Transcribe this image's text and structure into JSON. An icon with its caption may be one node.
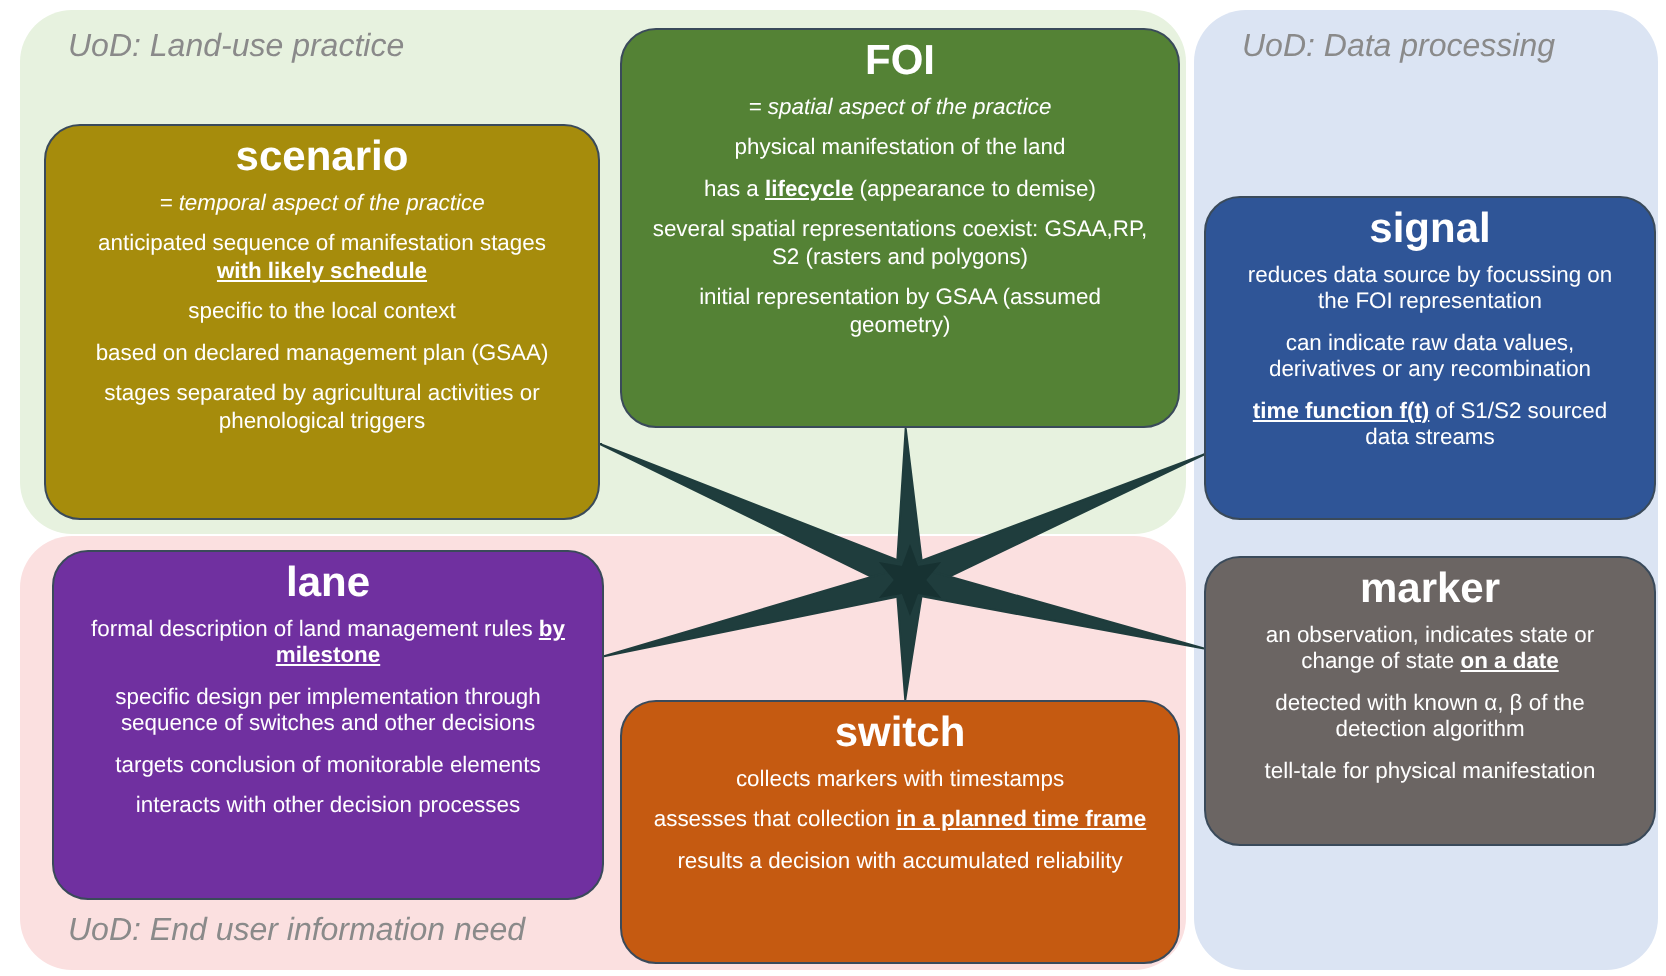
{
  "diagram": {
    "nodes": [
      {
        "text": [
          "UoD: Land-use practice"
        ]
      },
      {
        "text": [
          "scenario",
          "= temporal aspect of the practice",
          "anticipated sequence of manifestation stages **with likely schedule**",
          "specific to the local context",
          "based on declared management plan (GSAA)",
          "stages separated by agricultural activities or phenological triggers"
        ],
        "in": 0
      },
      {
        "text": [
          "FOI",
          "= spatial aspect of the practice",
          "physical manifestation of the land",
          "has a **lifecycle** (appearance to demise)",
          "several spatial representations coexist: GSAA,RP, S2 (rasters and polygons)",
          "initial representation by GSAA (assumed geometry)"
        ],
        "in": 0
      },
      {
        "text": [
          "UoD: Data processing"
        ]
      },
      {
        "text": [
          "signal",
          "reduces data source by focussing on the FOI representation",
          "can indicate raw data values, derivatives or any recombination",
          "**time function f(t)** of S1/S2 sourced data streams"
        ],
        "in": 3
      },
      {
        "text": [
          "UoD: End user information need"
        ]
      },
      {
        "text": [
          "lane",
          "formal description of land management rules **by milestone**",
          "specific design per implementation through sequence of switches and other decisions",
          "targets conclusion of monitorable elements",
          "interacts with other decision processes"
        ],
        "in": 5
      },
      {
        "text": [
          "switch",
          "collects markers with timestamps",
          "assesses that collection **in a planned time frame**",
          "results a decision with accumulated reliability"
        ],
        "in": 5
      },
      {
        "text": [
          "marker",
          "an observation, indicates state or change of state **on a date**",
          "detected with known α, β of the detection algorithm",
          "tell-tale for physical manifestation"
        ],
        "in": 3
      },
      {
        "text": [],
        "shape": "star",
        "in": 5
      }
    ],
    "edges": [
      {
        "from": 9,
        "to": 2,
        "arrow": "none"
      },
      {
        "from": 9,
        "to": 1,
        "arrow": "none"
      },
      {
        "from": 9,
        "to": 4,
        "arrow": "none"
      },
      {
        "from": 9,
        "to": 6,
        "arrow": "none"
      },
      {
        "from": 9,
        "to": 8,
        "arrow": "none"
      },
      {
        "from": 9,
        "to": 7,
        "arrow": "none"
      }
    ]
  }
}
